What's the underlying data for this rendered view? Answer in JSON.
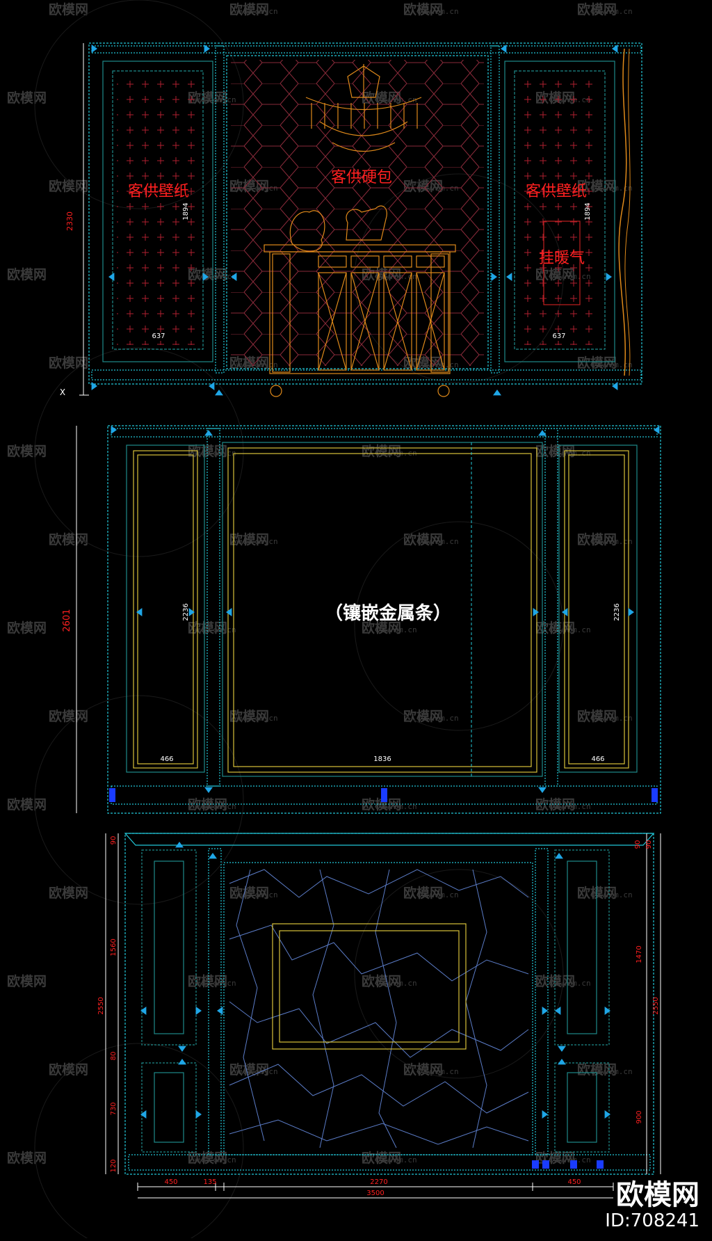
{
  "colors": {
    "background": "#000000",
    "cyan": "#22c7d8",
    "teal": "#1e8a8a",
    "orange": "#e08a1a",
    "yellow": "#d9c23a",
    "red": "#ff2020",
    "white": "#ffffff",
    "arrow": "#1fa6e6",
    "blue_marker": "#1a3cff"
  },
  "watermark": {
    "logo": "欧模网",
    "url": "www.om.cn"
  },
  "brand": {
    "name": "欧模网",
    "id": "ID:708241"
  },
  "panel1": {
    "labels": {
      "wallpaper_left": "客供壁纸",
      "hard_pack": "客供硬包",
      "wallpaper_right": "客供壁纸",
      "heater": "挂暖气"
    },
    "dims": {
      "height": "2330",
      "left_panel_height": "1894",
      "right_panel_height": "1894",
      "left_panel_width": "637",
      "right_panel_width": "637",
      "corner_mark": "X"
    }
  },
  "panel2": {
    "labels": {
      "center": "（镶嵌金属条）"
    },
    "dims": {
      "height": "2601",
      "left_inner_height": "2236",
      "right_inner_height": "2236",
      "left_width": "466",
      "center_width": "1836",
      "right_width": "466"
    }
  },
  "panel3": {
    "dims": {
      "top_left": "90",
      "top_right_a": "90",
      "top_right_b": "90",
      "left_upper": "1560",
      "left_total": "2550",
      "left_gap": "80",
      "left_lower": "730",
      "left_base": "120",
      "right_upper": "1470",
      "right_total": "2550",
      "right_lower": "900",
      "bottom_left": "450",
      "bottom_post": "135",
      "bottom_center": "2270",
      "bottom_right": "450",
      "bottom_total": "3500"
    }
  }
}
